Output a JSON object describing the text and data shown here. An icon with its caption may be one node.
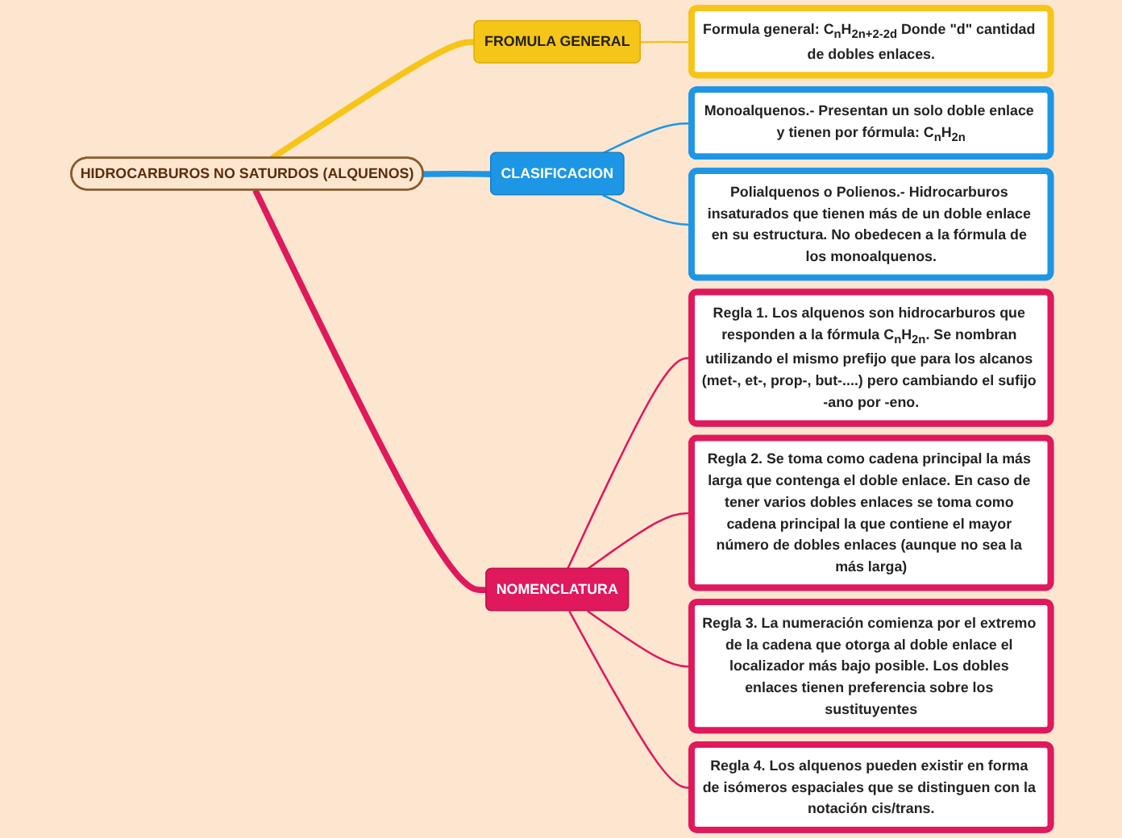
{
  "diagram": {
    "nodes": [
      {
        "text": [
          "HIDROCARBUROS NO SATURDOS (ALQUENOS)"
        ]
      },
      {
        "text": [
          "FROMULA GENERAL"
        ]
      },
      {
        "text": [
          "**Formula general:** C$_{n}$H$_{2n+2-2d}$ Donde \"d\" cantidad de dobles enlaces."
        ]
      },
      {
        "text": [
          "CLASIFICACION"
        ]
      },
      {
        "text": [
          "**Monoalquenos.-** Presentan un solo doble enlace y tienen por fórmula: C$_{n}$H$_{2n}$"
        ]
      },
      {
        "text": [
          "**Polialquenos o Polienos.-** Hidrocarburos insaturados que tienen más de un doble enlace en su estructura. No obedecen a la fórmula de los monoalquenos."
        ]
      },
      {
        "text": [
          "NOMENCLATURA"
        ]
      },
      {
        "text": [
          "**Regla 1.** Los alquenos son hidrocarburos que responden a la fórmula C$_{n}$H$_{2n}$. Se nombran utilizando el mismo prefijo que para los alcanos (met-, et-, prop-, but-....) pero cambiando el sufijo -ano por -eno."
        ]
      },
      {
        "text": [
          "**Regla 2.** Se toma como cadena principal la más larga que contenga el doble enlace. En caso de tener varios dobles enlaces se toma como cadena principal la que contiene el mayor número de dobles enlaces (aunque no sea la más larga)"
        ]
      },
      {
        "text": [
          "**Regla 3.** La numeración comienza por el extremo de la cadena que otorga al doble enlace el localizador más bajo posible. Los dobles enlaces tienen preferencia sobre los sustituyentes"
        ]
      },
      {
        "text": [
          "**Regla 4.** Los alquenos pueden existir en forma de isómeros espaciales que se distinguen con la notación cis/trans."
        ]
      }
    ],
    "edges": [
      {
        "from": 0,
        "to": 1,
        "arrow": "none",
        "style": "thick",
        "color": "#f5c518"
      },
      {
        "from": 1,
        "to": 2,
        "arrow": "none",
        "color": "#f5c518"
      },
      {
        "from": 0,
        "to": 3,
        "arrow": "none",
        "style": "thick",
        "color": "#1e96e6"
      },
      {
        "from": 3,
        "to": 4,
        "arrow": "none",
        "color": "#1e96e6"
      },
      {
        "from": 3,
        "to": 5,
        "arrow": "none",
        "color": "#1e96e6"
      },
      {
        "from": 0,
        "to": 6,
        "arrow": "none",
        "style": "thick"
      },
      {
        "from": 6,
        "to": 7,
        "arrow": "none"
      },
      {
        "from": 6,
        "to": 8,
        "arrow": "none"
      },
      {
        "from": 6,
        "to": 9,
        "arrow": "none"
      },
      {
        "from": 6,
        "to": 10,
        "arrow": "none"
      }
    ]
  }
}
